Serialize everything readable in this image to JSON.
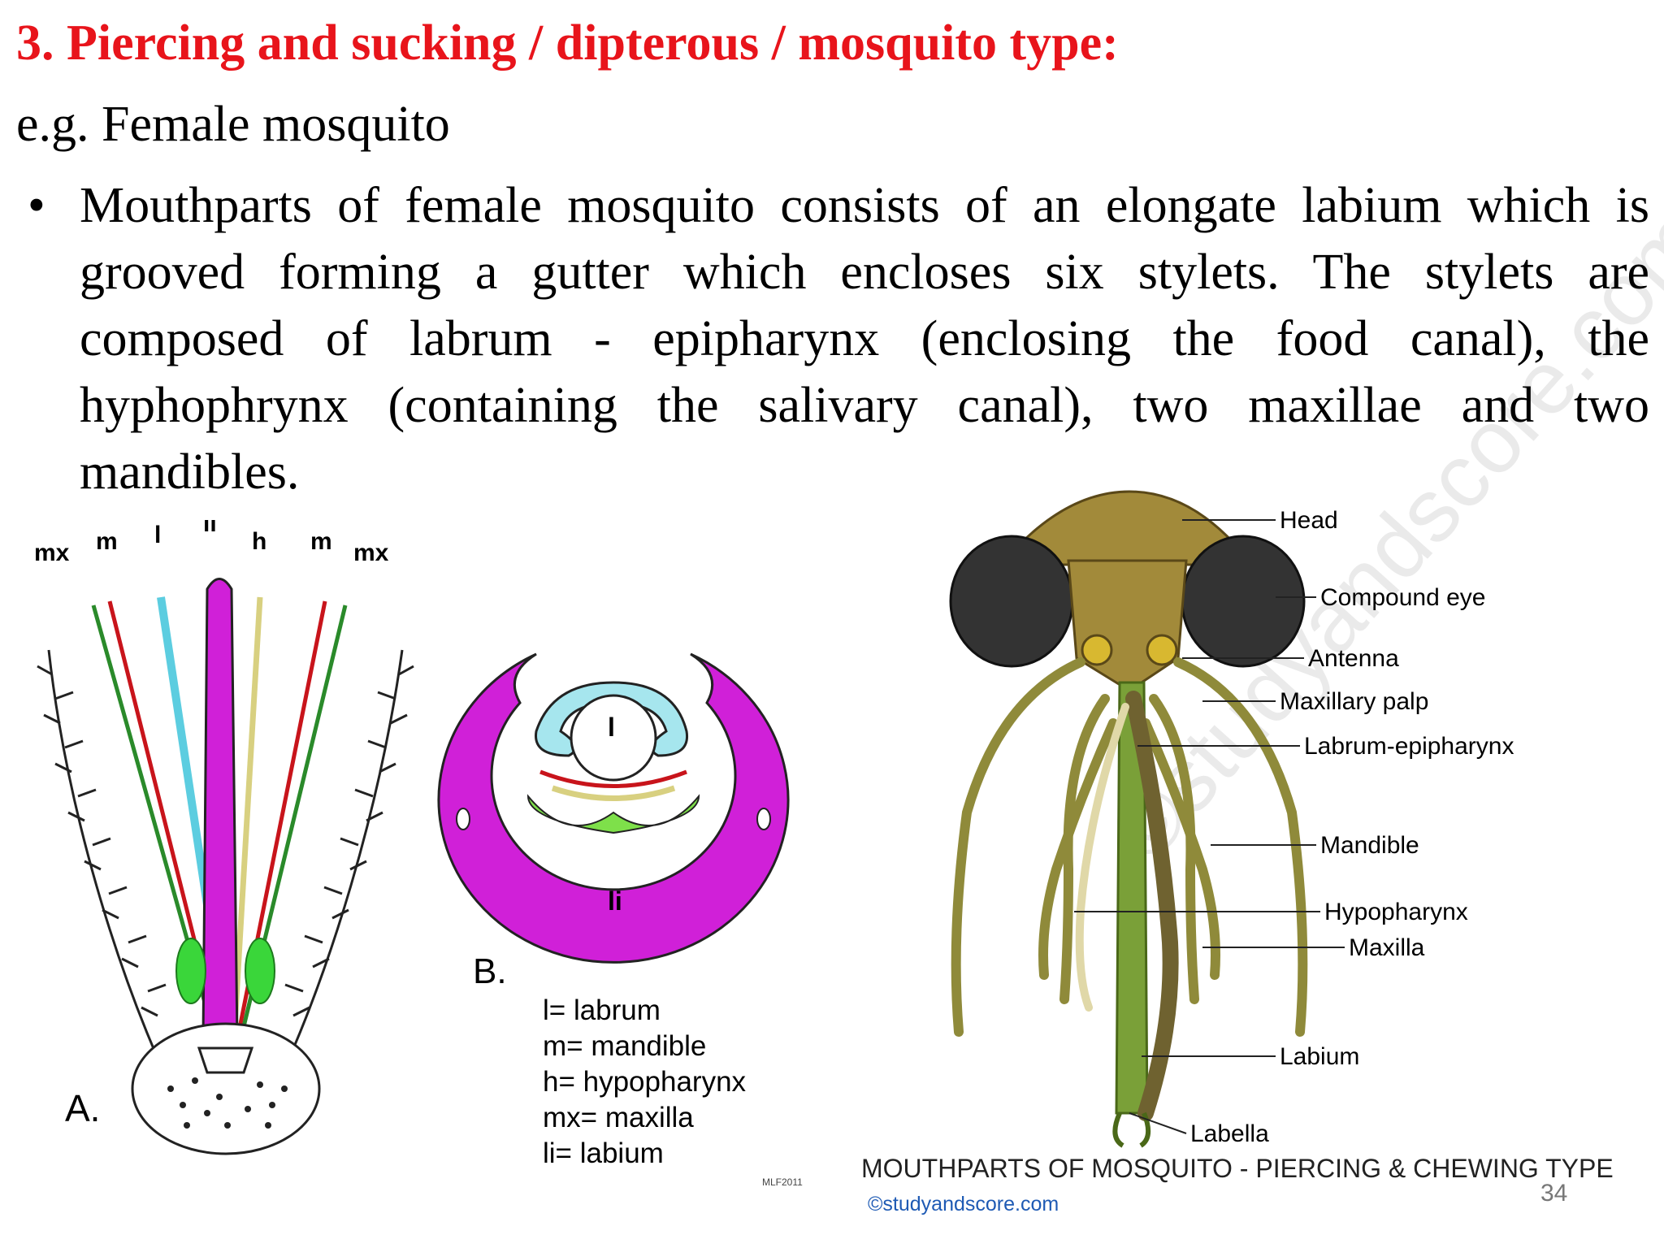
{
  "slide": {
    "heading": "3. Piercing and sucking / dipterous / mosquito type:",
    "example": "e.g. Female mosquito",
    "bullet": "Mouthparts of female mosquito consists of an elongate labium which is grooved forming a gutter which encloses six stylets. The stylets are composed of labrum - epipharynx (enclosing the food canal), the hyphophrynx (containing the salivary canal), two maxillae and two mandibles.",
    "page_number": "34",
    "heading_color": "#e8141b"
  },
  "figure_a": {
    "labels": [
      "mx",
      "m",
      "l",
      "li",
      "h",
      "m",
      "mx"
    ],
    "panel_label": "A."
  },
  "figure_b": {
    "labrum_label": "l",
    "labium_label": "li",
    "panel_label": "B.",
    "legend": [
      "l= labrum",
      "m= mandible",
      "h= hypopharynx",
      "mx= maxilla",
      "li= labium"
    ],
    "credit": "MLF2011"
  },
  "figure_c": {
    "labels": {
      "head": "Head",
      "compound_eye": "Compound eye",
      "antenna": "Antenna",
      "maxillary_palp": "Maxillary palp",
      "labrum_epipharynx": "Labrum-epipharynx",
      "mandible": "Mandible",
      "hypopharynx": "Hypopharynx",
      "maxilla": "Maxilla",
      "labium": "Labium",
      "labella": "Labella"
    },
    "caption": "MOUTHPARTS OF MOSQUITO - PIERCING & CHEWING TYPE",
    "copyright": "©studyandscore.com",
    "watermark": "©studyandscore.com"
  }
}
